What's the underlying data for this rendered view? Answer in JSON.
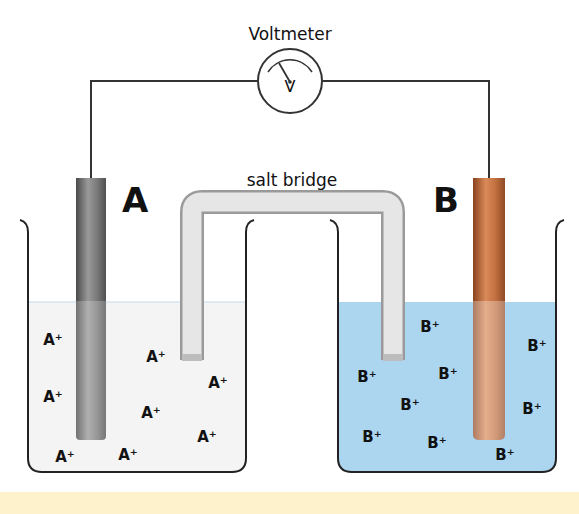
{
  "diagram": {
    "nodes": [
      {
        "text": [
          "Voltmeter",
          "V"
        ]
      },
      {
        "text": [
          "A"
        ]
      },
      {
        "text": [
          "B"
        ]
      }
    ],
    "edges": [
      {
        "from": 1,
        "to": 0,
        "arrow": "none"
      },
      {
        "from": 0,
        "to": 2,
        "arrow": "none"
      }
    ],
    "labels": [
      "salt bridge",
      "A⁺",
      "A⁺",
      "A⁺",
      "A⁺",
      "A⁺",
      "A⁺",
      "A⁺",
      "A⁺",
      "B⁺",
      "B⁺",
      "B⁺",
      "B⁺",
      "B⁺",
      "B⁺",
      "B⁺",
      "B⁺",
      "B⁺"
    ]
  }
}
